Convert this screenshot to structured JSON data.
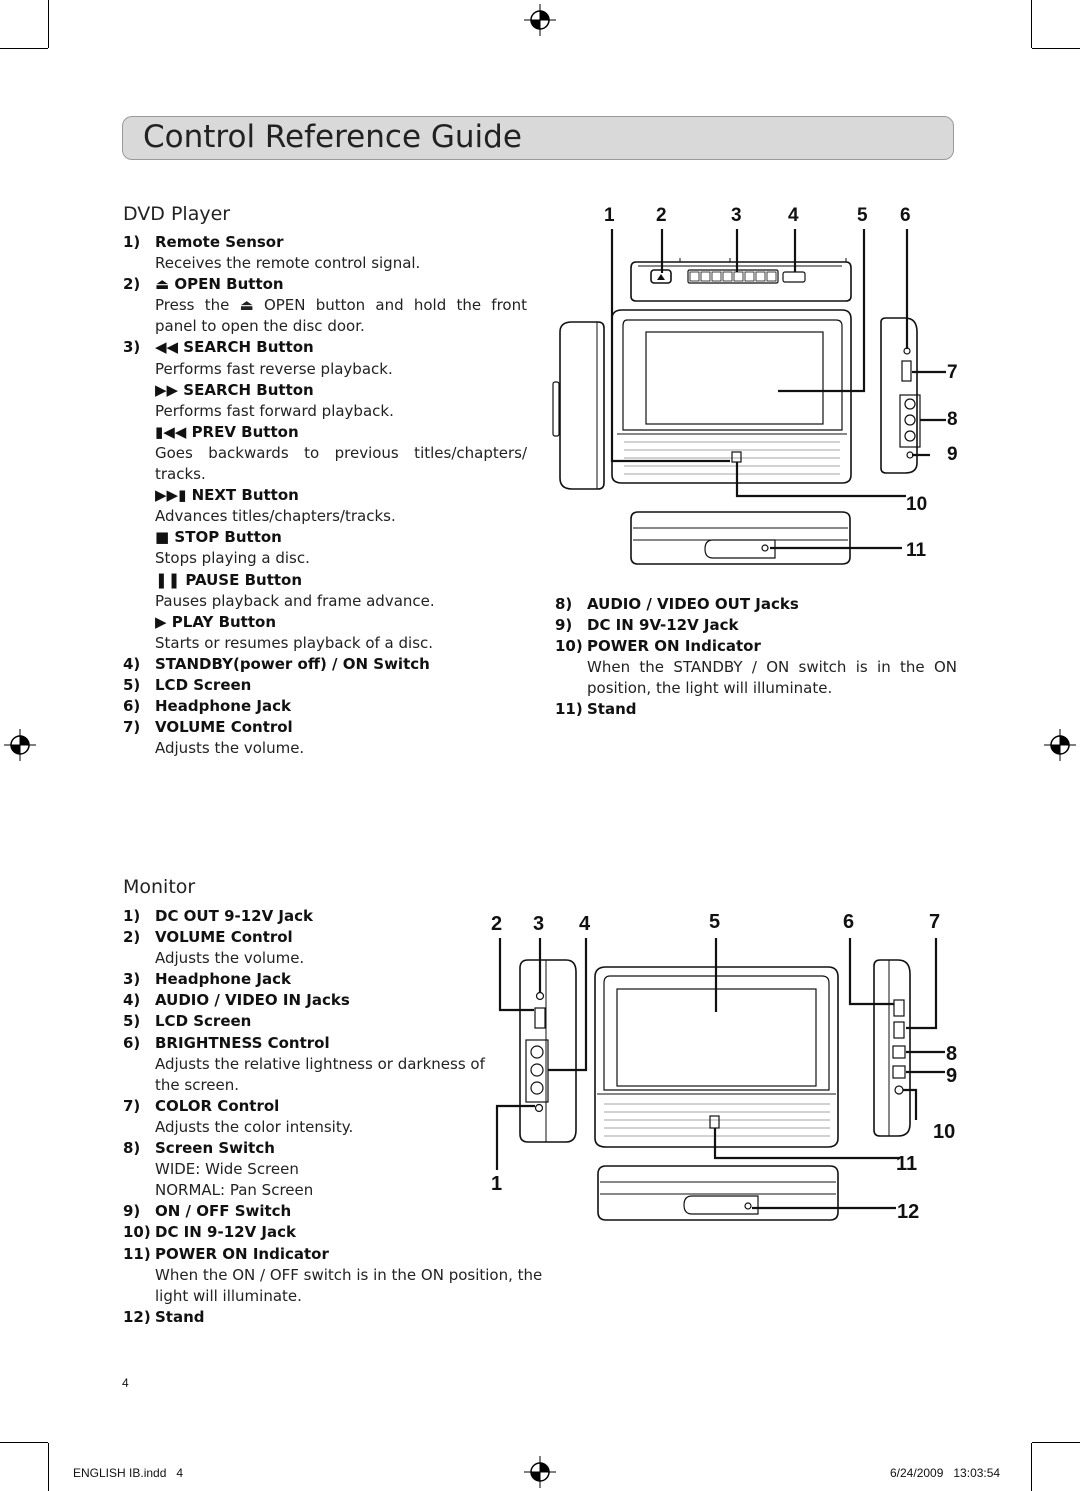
{
  "title": "Control Reference Guide",
  "dvd": {
    "heading": "DVD Player",
    "items": [
      {
        "num": "1)",
        "label": "Remote Sensor",
        "desc": "Receives the remote control signal."
      },
      {
        "num": "2)",
        "label": "OPEN Button",
        "desc": "Press the ⏏ OPEN button and hold  the front panel to open the disc door."
      },
      {
        "num": "3)",
        "label": "SEARCH Button",
        "desc": "Performs fast reverse playback."
      }
    ],
    "sub_items": [
      {
        "label": "SEARCH Button",
        "desc": "Performs fast forward playback."
      },
      {
        "label": "PREV Button",
        "desc": "Goes backwards to previous titles/chapters/ tracks."
      },
      {
        "label": "NEXT Button",
        "desc": "Advances titles/chapters/tracks."
      },
      {
        "label": "STOP Button",
        "desc": "Stops playing a disc."
      },
      {
        "label": "PAUSE Button",
        "desc": "Pauses playback and frame advance."
      },
      {
        "label": "PLAY Button",
        "desc": "Starts or resumes playback of a disc."
      }
    ],
    "items_b": [
      {
        "num": "4)",
        "label": "STANDBY(power off) / ON Switch"
      },
      {
        "num": "5)",
        "label": "LCD Screen"
      },
      {
        "num": "6)",
        "label": "Headphone Jack"
      },
      {
        "num": "7)",
        "label": "VOLUME Control",
        "desc": "Adjusts the volume."
      }
    ],
    "items_c": [
      {
        "num": "8)",
        "label": "AUDIO / VIDEO OUT Jacks"
      },
      {
        "num": "9)",
        "label": "DC IN 9V-12V Jack"
      },
      {
        "num": "10)",
        "label": "POWER ON Indicator",
        "desc": "When the STANDBY / ON switch is in the ON position, the light will illuminate."
      },
      {
        "num": "11)",
        "label": "Stand"
      }
    ],
    "callouts": [
      "1",
      "2",
      "3",
      "4",
      "5",
      "6",
      "7",
      "8",
      "9",
      "10",
      "11"
    ]
  },
  "monitor": {
    "heading": "Monitor",
    "items": [
      {
        "num": "1)",
        "label": "DC OUT 9-12V Jack"
      },
      {
        "num": "2)",
        "label": "VOLUME Control",
        "desc": "Adjusts the volume."
      },
      {
        "num": "3)",
        "label": "Headphone Jack"
      },
      {
        "num": "4)",
        "label": "AUDIO / VIDEO IN Jacks"
      },
      {
        "num": "5)",
        "label": "LCD Screen"
      },
      {
        "num": "6)",
        "label": "BRIGHTNESS Control",
        "desc": "Adjusts the relative lightness or darkness of the screen."
      },
      {
        "num": "7)",
        "label": "COLOR Control",
        "desc": "Adjusts the color intensity."
      },
      {
        "num": "8)",
        "label": "Screen Switch",
        "desc": "WIDE: Wide Screen",
        "desc2": "NORMAL: Pan Screen"
      },
      {
        "num": "9)",
        "label": "ON / OFF Switch"
      },
      {
        "num": "10)",
        "label": "DC IN 9-12V Jack"
      },
      {
        "num": "11)",
        "label": "POWER ON Indicator",
        "desc": "When the ON / OFF switch is in the ON position, the light will illuminate."
      },
      {
        "num": "12)",
        "label": "Stand"
      }
    ],
    "callouts": [
      "1",
      "2",
      "3",
      "4",
      "5",
      "6",
      "7",
      "8",
      "9",
      "10",
      "11",
      "12"
    ]
  },
  "page_number": "4",
  "footer": {
    "file": "ENGLISH IB.indd   4",
    "timestamp": "6/24/2009   13:03:54"
  }
}
